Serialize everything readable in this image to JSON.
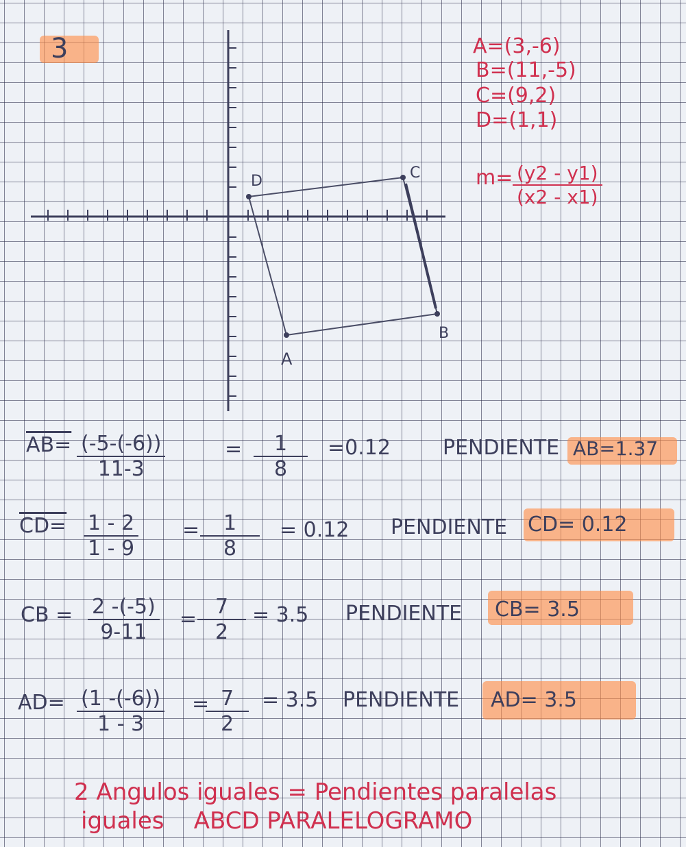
{
  "problem_number": "3",
  "points": {
    "A": "A=(3,-6)",
    "B": "B=(11,-5)",
    "C": "C=(9,2)",
    "D": "D=(1,1)"
  },
  "slope_formula": {
    "lhs": "m=",
    "numerator": "(y2 - y1)",
    "denominator": "(x2 - x1)"
  },
  "graph_labels": {
    "A": "A",
    "B": "B",
    "C": "C",
    "D": "D"
  },
  "equations": [
    {
      "label": "AB=",
      "num": "(-5-(-6))",
      "den": "11-3",
      "num2": "1",
      "den2": "8",
      "result": "=0.12",
      "word": "PENDIENTE",
      "highlight": "AB=1.37"
    },
    {
      "label": "CD=",
      "num": "1 - 2",
      "den": "1 - 9",
      "num2": "1",
      "den2": "8",
      "result": "= 0.12",
      "word": "PENDIENTE",
      "highlight": "CD= 0.12"
    },
    {
      "label": "CB =",
      "num": "2 -(-5)",
      "den": "9-11",
      "num2": "7",
      "den2": "2",
      "result": "= 3.5",
      "word": "PENDIENTE",
      "highlight": "CB= 3.5"
    },
    {
      "label": "AD=",
      "num": "(1 -(-6))",
      "den": "1 - 3",
      "num2": "7",
      "den2": "2",
      "result": "= 3.5",
      "word": "PENDIENTE",
      "highlight": "AD= 3.5"
    }
  ],
  "conclusion": {
    "line1": "2 Angulos iguales = Pendientes paralelas",
    "line2": "iguales    ABCD PARALELOGRAMO"
  },
  "colors": {
    "ink": "#3d3f5c",
    "red_ink": "#d0304f",
    "highlighter": "#ff8c46"
  }
}
